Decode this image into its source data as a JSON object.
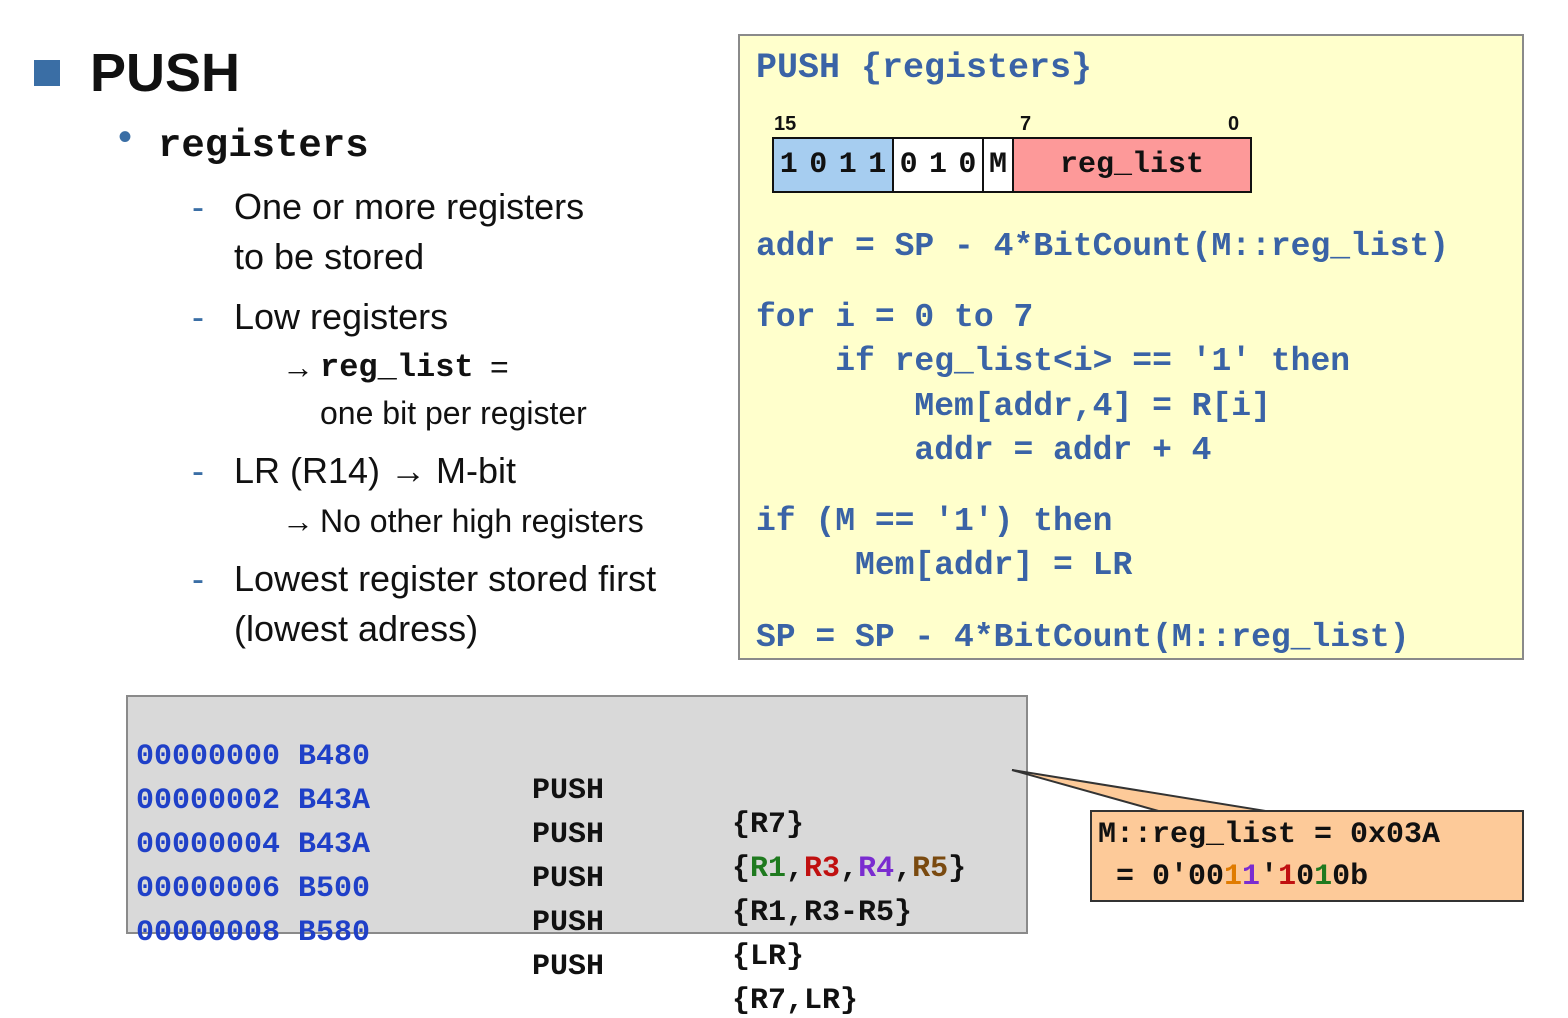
{
  "left": {
    "title": "PUSH",
    "subheading": "registers",
    "items": [
      {
        "line1": "One or more registers",
        "line2": "to be stored"
      },
      {
        "line1": "Low registers",
        "sub_code": "reg_list",
        "sub_eq": " =",
        "sub_line2": "one bit per register"
      },
      {
        "line1": "LR (R14) → M-bit",
        "sub": "No other high registers"
      },
      {
        "line1": "Lowest register stored first",
        "line2": "(lowest adress)"
      }
    ],
    "arrow": "→"
  },
  "code_panel": {
    "header": "PUSH {registers}",
    "bit_labels": {
      "b15": "15",
      "b7": "7",
      "b0": "0"
    },
    "bits_blue": [
      "1",
      "0",
      "1",
      "1"
    ],
    "bits_white": [
      "0",
      "1",
      "0"
    ],
    "bit_m": "M",
    "reg_list_label": "reg_list",
    "lines": [
      "addr = SP - 4*BitCount(M::reg_list)",
      "for i = 0 to 7",
      "    if reg_list<i> == '1' then",
      "        Mem[addr,4] = R[i]",
      "        addr = addr + 4",
      "if (M == '1') then",
      "     Mem[addr] = LR",
      "SP = SP - 4*BitCount(M::reg_list)"
    ]
  },
  "listing": {
    "rows": [
      {
        "addr": "00000000 B480",
        "op": "PUSH",
        "args": "{R7}"
      },
      {
        "addr": "00000002 B43A",
        "op": "PUSH",
        "args_parts": [
          "{",
          "R1",
          ",",
          "R3",
          ",",
          "R4",
          ",",
          "R5",
          "}"
        ]
      },
      {
        "addr": "00000004 B43A",
        "op": "PUSH",
        "args": "{R1,R3-R5}"
      },
      {
        "addr": "00000006 B500",
        "op": "PUSH",
        "args": "{LR}"
      },
      {
        "addr": "00000008 B580",
        "op": "PUSH",
        "args": "{R7,LR}"
      }
    ]
  },
  "callout": {
    "line1": "M::reg_list = 0x03A",
    "line2_parts": [
      " = 0'00",
      "1",
      "1",
      "'",
      "1",
      "0",
      "1",
      "0b"
    ],
    "colors": {
      "fill": "#fdca99",
      "orange": "#e07b00",
      "purple": "#7a2cd0",
      "red": "#c01010",
      "green": "#1f7a1f"
    }
  }
}
